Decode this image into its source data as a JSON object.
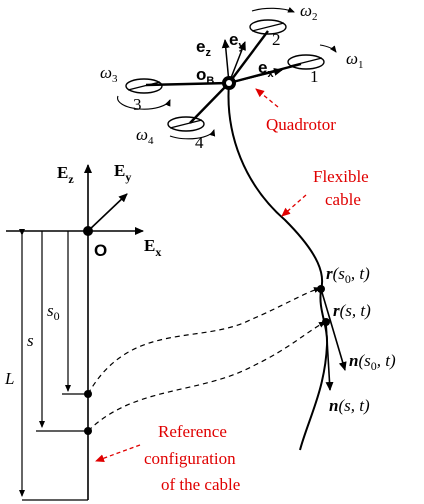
{
  "labels": {
    "Ez": "E",
    "Ez_sub": "z",
    "Ey": "E",
    "Ey_sub": "y",
    "Ex": "E",
    "Ex_sub": "x",
    "O": "O",
    "ez": "e",
    "ez_sub": "z",
    "ey": "e",
    "ey_sub": "y",
    "ex": "e",
    "ex_sub": "x",
    "oB": "o",
    "oB_sub": "B",
    "rotor1": "1",
    "rotor2": "2",
    "rotor3": "3",
    "rotor4": "4",
    "w1": "ω",
    "w1_sub": "1",
    "w2": "ω",
    "w2_sub": "2",
    "w3": "ω",
    "w3_sub": "3",
    "w4": "ω",
    "w4_sub": "4",
    "s0": "s",
    "s0_sub": "0",
    "s": "s",
    "L": "L",
    "r_s0_t_bold": "r",
    "r_s0_t_rest": "(s",
    "r_s0_t_sub": "0",
    "r_s0_t_end": ", t)",
    "r_s_t_bold": "r",
    "r_s_t_rest": "(s, t)",
    "n_s0_t_bold": "n",
    "n_s0_t_rest": "(s",
    "n_s0_t_sub": "0",
    "n_s0_t_end": ", t)",
    "n_s_t_bold": "n",
    "n_s_t_rest": "(s, t)",
    "quadrotor": "Quadrotor",
    "flexible_1": "Flexible",
    "flexible_2": "cable",
    "reference_1": "Reference",
    "reference_2": "configuration",
    "reference_3": "of the cable"
  },
  "colors": {
    "annotation": "#e00000",
    "ink": "#000000"
  }
}
